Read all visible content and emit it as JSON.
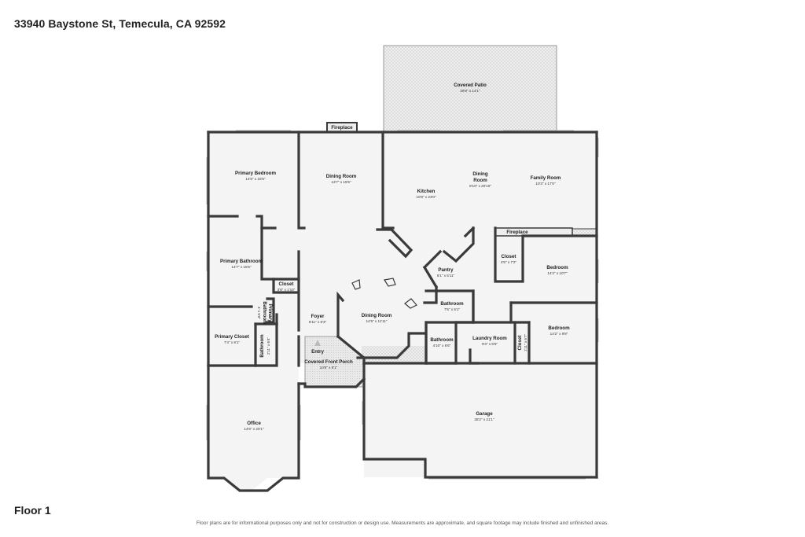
{
  "header": {
    "address": "33940 Baystone St, Temecula, CA 92592"
  },
  "footer": {
    "floor_label": "Floor 1",
    "disclaimer": "Floor plans are for informational purposes only and not for construction or design use. Measurements are approximate, and square footage may include finished and unfinished areas."
  },
  "rooms": {
    "covered_patio": {
      "name": "Covered Patio",
      "dims": "28'8\" x 14'1\""
    },
    "fireplace_top": {
      "name": "Fireplace"
    },
    "primary_bedroom": {
      "name": "Primary Bedroom",
      "dims": "14'6\" x 15'5\""
    },
    "dining_room_1": {
      "name": "Dining Room",
      "dims": "13'7\" x 15'5\""
    },
    "kitchen": {
      "name": "Kitchen",
      "dims": "10'8\" x 23'0\""
    },
    "dining_room_2": {
      "name_line1": "Dining",
      "name_line2": "Room",
      "dims": "8'10\" x 20'10\""
    },
    "family_room": {
      "name": "Family Room",
      "dims": "10'3\" x 17'0\""
    },
    "fireplace_right": {
      "name": "Fireplace"
    },
    "primary_bathroom": {
      "name": "Primary Bathroom",
      "dims": "14'7\" x 15'5\""
    },
    "closet_small": {
      "name": "Closet",
      "dims": "3'8\" x 1'10\""
    },
    "closet_family": {
      "name": "Closet",
      "dims": "4'5\" x 7'2\""
    },
    "bedroom_1": {
      "name": "Bedroom",
      "dims": "14'2\" x 10'7\""
    },
    "pantry": {
      "name": "Pantry",
      "dims": "6'1\" x 5'11\""
    },
    "bathroom_mid": {
      "name": "Bathroom",
      "dims": "7'5\" x 5'1\""
    },
    "primary_bathroom_small": {
      "name_line1": "Primary",
      "name_line2": "Bathroom",
      "dims": "4' x 5'0\""
    },
    "foyer": {
      "name": "Foyer",
      "dims": "5'11\" x 6'3\""
    },
    "dining_room_3": {
      "name": "Dining Room",
      "dims": "14'5\" x 11'11\""
    },
    "bedroom_2": {
      "name": "Bedroom",
      "dims": "14'2\" x 9'8\""
    },
    "primary_closet": {
      "name": "Primary Closet",
      "dims": "7'4\" x 9'1\""
    },
    "bathroom_left": {
      "name": "Bathroom",
      "dims": "2'11\" x 6'4\""
    },
    "entry": {
      "name": "Entry"
    },
    "covered_front_porch": {
      "name": "Covered Front Porch",
      "dims": "10'6\" x 8'1\""
    },
    "bathroom_lower": {
      "name": "Bathroom",
      "dims": "4'10\" x 6'6\""
    },
    "laundry_room": {
      "name": "Laundry Room",
      "dims": "9'3\" x 6'5\""
    },
    "closet_narrow": {
      "name": "Closet",
      "dims": "1'11\" x 5'7\""
    },
    "office": {
      "name": "Office",
      "dims": "14'6\" x 20'1\""
    },
    "garage": {
      "name": "Garage",
      "dims": "38'2\" x 21'1\""
    }
  }
}
